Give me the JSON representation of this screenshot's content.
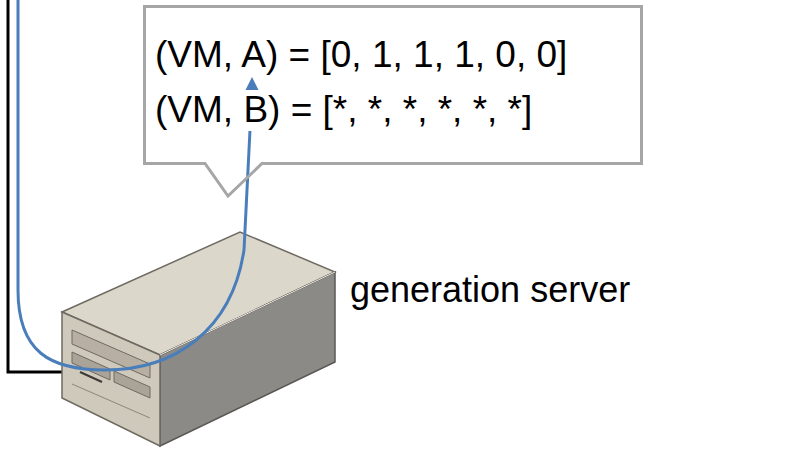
{
  "diagram": {
    "nodes": [
      {
        "text": [
          "(VM, A) = [0, 1, 1, 1, 0, 0]",
          "(VM, B) = [*, *, *, *, *, *]"
        ]
      }
    ],
    "labels": [
      "generation server"
    ]
  }
}
